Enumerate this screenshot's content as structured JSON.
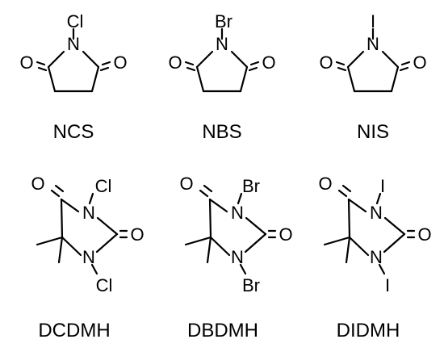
{
  "compounds": [
    {
      "name": "NCS",
      "halogen": "Cl",
      "n": "N",
      "o": "O"
    },
    {
      "name": "NBS",
      "halogen": "Br",
      "n": "N",
      "o": "O"
    },
    {
      "name": "NIS",
      "halogen": "I",
      "n": "N",
      "o": "O"
    },
    {
      "name": "DCDMH",
      "halogen": "Cl",
      "n": "N",
      "o": "O"
    },
    {
      "name": "DBDMH",
      "halogen": "Br",
      "n": "N",
      "o": "O"
    },
    {
      "name": "DIDMH",
      "halogen": "I",
      "n": "N",
      "o": "O"
    }
  ]
}
